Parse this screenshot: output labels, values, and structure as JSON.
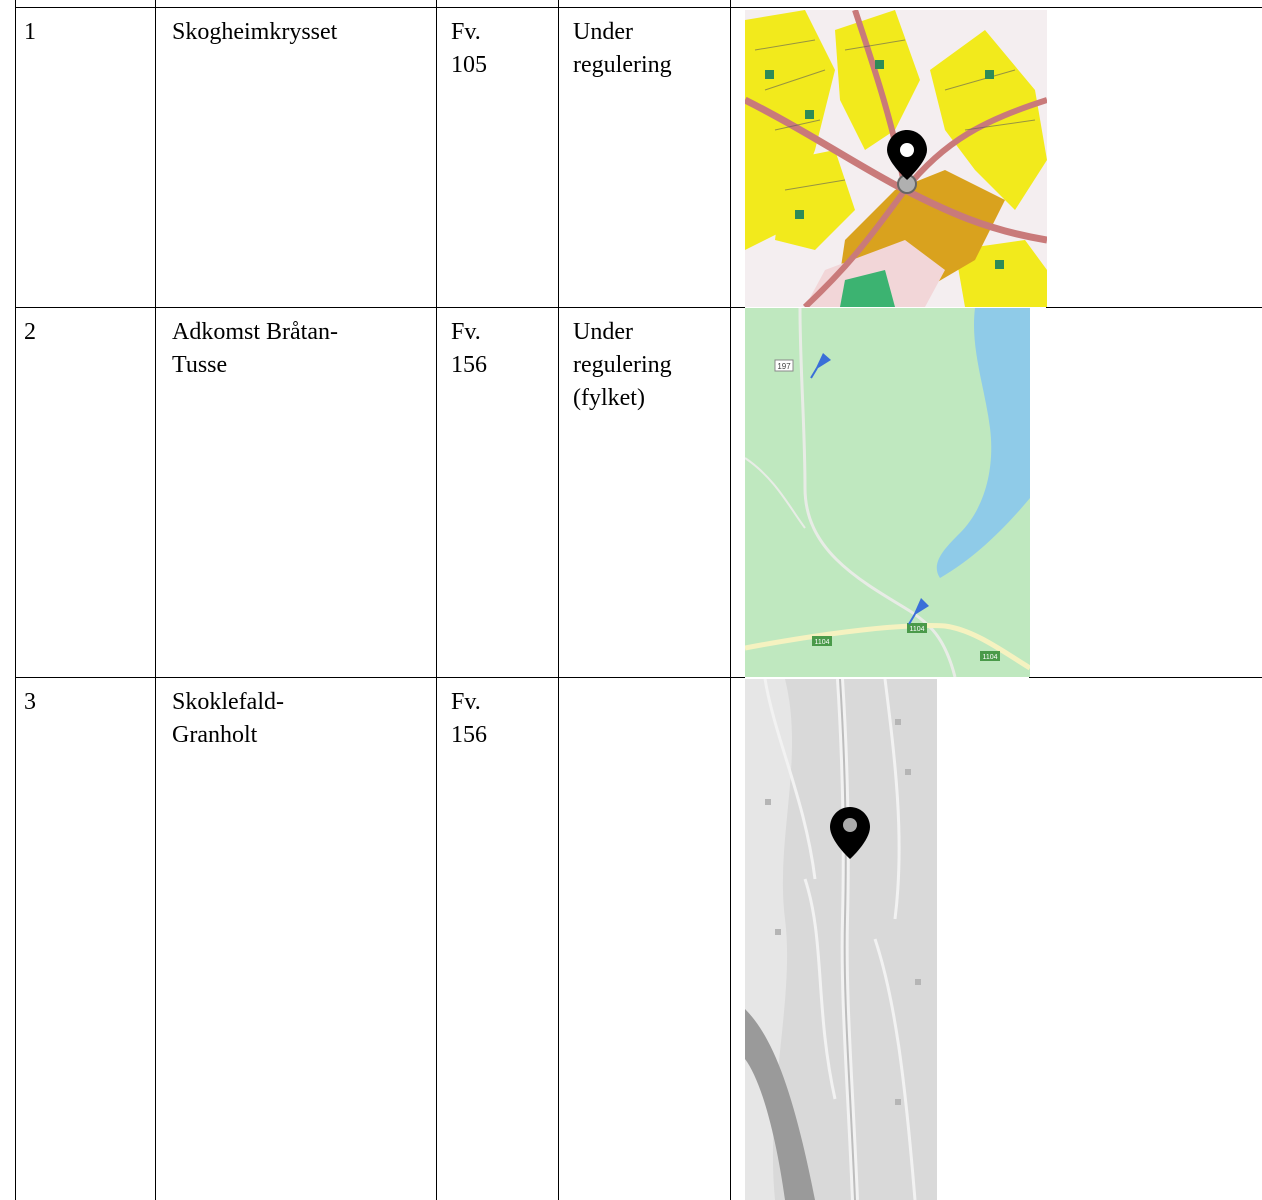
{
  "rows": [
    {
      "num": "1",
      "name_lines": [
        "Skogheimkrysset"
      ],
      "road_lines": [
        "Fv.",
        "105"
      ],
      "status_lines": [
        "Under",
        "regulering"
      ],
      "map_style": "zoning-plan"
    },
    {
      "num": "2",
      "name_lines": [
        "Adkomst Bråtan-",
        "Tusse"
      ],
      "road_lines": [
        "Fv.",
        "156"
      ],
      "status_lines": [
        "Under",
        "regulering",
        "(fylket)"
      ],
      "map_style": "road-map",
      "map_labels": [
        "197",
        "1104",
        "1104",
        "1104"
      ]
    },
    {
      "num": "3",
      "name_lines": [
        "Skoklefald-",
        "Granholt"
      ],
      "road_lines": [
        "Fv.",
        "156"
      ],
      "status_lines": [],
      "map_style": "greyscale-map"
    }
  ],
  "colors": {
    "zoning_yellow": "#f2ea1c",
    "zoning_orange": "#d9a21e",
    "zoning_pink": "#f2d6d8",
    "road_map_green": "#bfe8bf",
    "water_blue": "#8fcbe8",
    "pin_blue": "#3a6fd8",
    "greyscale_bg": "#d9d9d9"
  }
}
